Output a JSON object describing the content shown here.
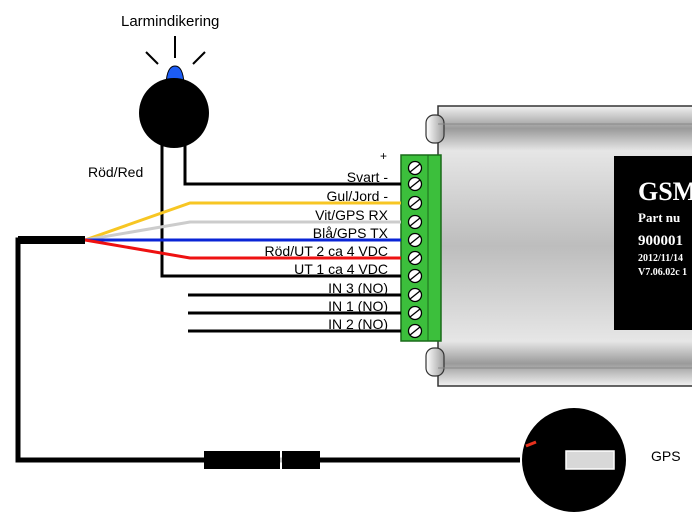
{
  "labels": {
    "alarm": "Larmindikering",
    "red": "Röd/Red",
    "gps": "GPS",
    "plus": "+"
  },
  "terminals": [
    {
      "label": "Svart -",
      "color": "#000000"
    },
    {
      "label": "Gul/Jord -",
      "color": "#f7c623"
    },
    {
      "label": "Vit/GPS RX",
      "color": "#cccccc"
    },
    {
      "label": "Blå/GPS TX",
      "color": "#0a24d6"
    },
    {
      "label": "Röd/UT 2 ca 4 VDC",
      "color": "#ee1111"
    },
    {
      "label": "UT 1 ca 4 VDC",
      "color": "#000000"
    },
    {
      "label": "IN 3 (NO)",
      "color": "#000000"
    },
    {
      "label": "IN 1 (NO)",
      "color": "#000000"
    },
    {
      "label": "IN 2 (NO)",
      "color": "#000000"
    }
  ],
  "device_label": {
    "title": "GSM",
    "part": "Part nu",
    "number": "900001",
    "date": "2012/11/14",
    "version": "V7.06.02c 1"
  },
  "colors": {
    "terminal_block": "#3cbf3c",
    "led": "#1c5cf5",
    "gps_marker": "#e8321e"
  }
}
